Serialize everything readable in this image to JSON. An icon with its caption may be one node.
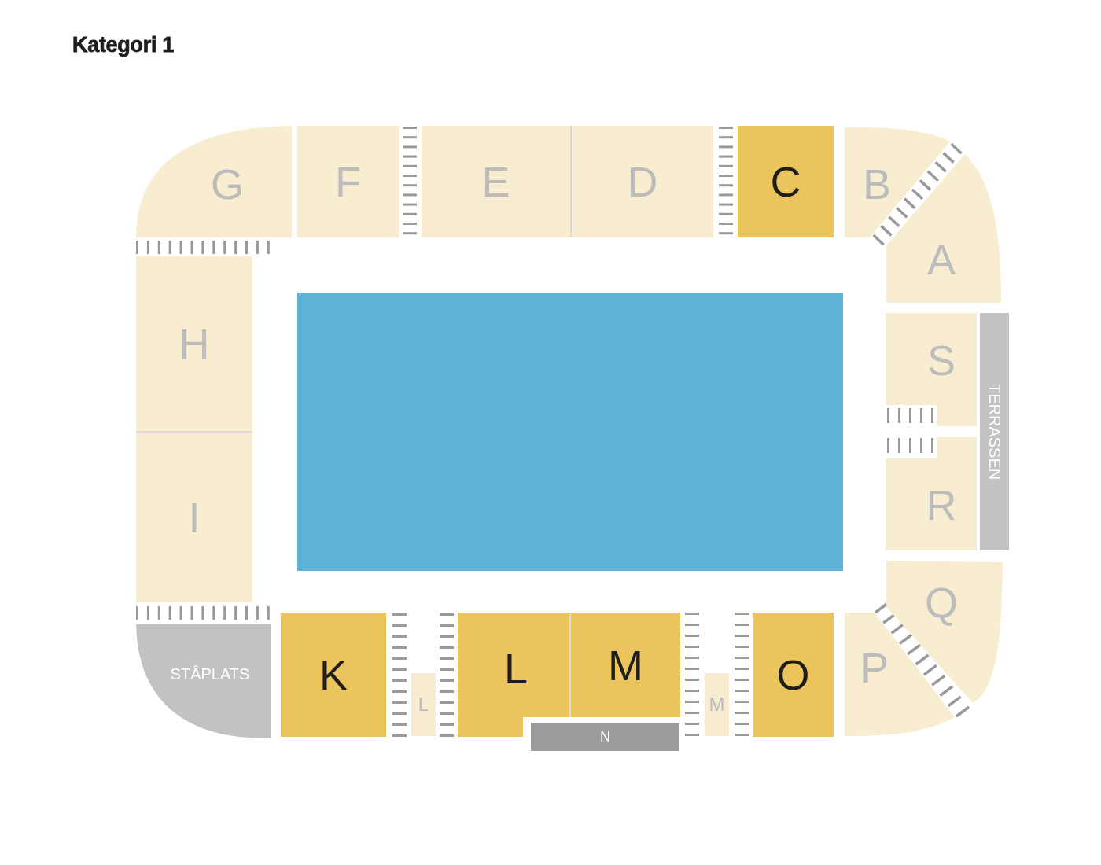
{
  "diagram": {
    "title": "Kategori 1",
    "nodes": [
      {
        "text": [
          "G"
        ]
      },
      {
        "text": [
          "F"
        ]
      },
      {
        "text": [
          "E"
        ]
      },
      {
        "text": [
          "D"
        ]
      },
      {
        "text": [
          "C"
        ]
      },
      {
        "text": [
          "B"
        ]
      },
      {
        "text": [
          "A"
        ]
      },
      {
        "text": [
          "H"
        ]
      },
      {
        "text": [],
        "shape": "box"
      },
      {
        "text": [
          "S"
        ]
      },
      {
        "text": [
          "TERRASSEN"
        ]
      },
      {
        "text": [
          "I"
        ]
      },
      {
        "text": [
          "R"
        ]
      },
      {
        "text": [
          "Q"
        ]
      },
      {
        "text": [
          "STÅPLATS"
        ]
      },
      {
        "text": [
          "K"
        ]
      },
      {
        "text": [
          "L"
        ]
      },
      {
        "text": [
          "M"
        ]
      },
      {
        "text": [
          "O"
        ]
      },
      {
        "text": [
          "P"
        ]
      },
      {
        "text": [
          "L"
        ]
      },
      {
        "text": [
          "M"
        ]
      },
      {
        "text": [
          "N"
        ]
      }
    ]
  }
}
